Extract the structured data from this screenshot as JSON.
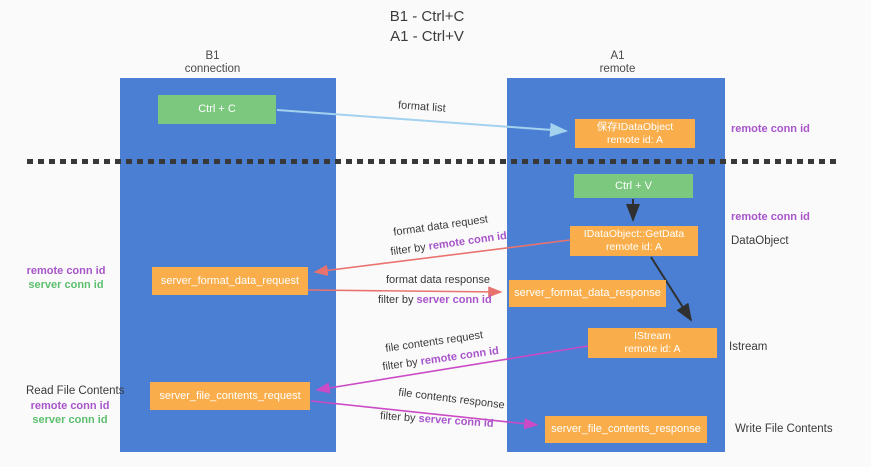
{
  "title": {
    "line1": "B1 - Ctrl+C",
    "line2": "A1 - Ctrl+V"
  },
  "lanes": {
    "b1": {
      "title": "B1",
      "subtitle": "connection"
    },
    "a1": {
      "title": "A1",
      "subtitle": "remote"
    }
  },
  "boxes": {
    "ctrl_c": {
      "label": "Ctrl + C"
    },
    "save_idataobject": {
      "line1": "保存IDataObject",
      "line2": "remote id: A"
    },
    "ctrl_v": {
      "label": "Ctrl + V"
    },
    "getdata": {
      "line1": "IDataObject::GetData",
      "line2": "remote id: A"
    },
    "istream": {
      "line1": "IStream",
      "line2": "remote id: A"
    },
    "format_request": {
      "label": "server_format_data_request"
    },
    "format_response": {
      "label": "server_format_data_response"
    },
    "file_request": {
      "label": "server_file_contents_request"
    },
    "file_response": {
      "label": "server_file_contents_response"
    }
  },
  "arrow_labels": {
    "format_list": "format list",
    "format_request": "format data request",
    "format_request_filter": {
      "prefix": "filter by ",
      "key": "remote conn id"
    },
    "format_response": "format data response",
    "format_response_filter": {
      "prefix": "filter by ",
      "key": "server conn id"
    },
    "file_request": "file contents request",
    "file_request_filter": {
      "prefix": "filter by ",
      "key": "remote conn id"
    },
    "file_response": "file contents response",
    "file_response_filter": {
      "prefix": "filter by ",
      "key": "server conn id"
    }
  },
  "side_labels": {
    "right": {
      "remote_conn_id_top": "remote conn id",
      "remote_conn_id_mid": "remote conn id",
      "dataobject": "DataObject",
      "istream": "Istream",
      "write_file_contents": "Write File Contents"
    },
    "left": {
      "remote_conn_id_top": "remote conn id",
      "server_conn_id_top": "server conn id",
      "read_file_contents": "Read File Contents",
      "remote_conn_id_bottom": "remote conn id",
      "server_conn_id_bottom": "server conn id"
    }
  },
  "colors": {
    "lane_blue": "#4a7fd3",
    "box_green": "#7bc87e",
    "box_orange": "#f9ae4b",
    "purple_text": "#a855cb",
    "green_text": "#5cbf6e",
    "salmon_arrow": "#e8736e",
    "magenta_arrow": "#ca4bc5",
    "light_blue_arrow": "#a3d2ef",
    "black_arrow": "#303030"
  }
}
